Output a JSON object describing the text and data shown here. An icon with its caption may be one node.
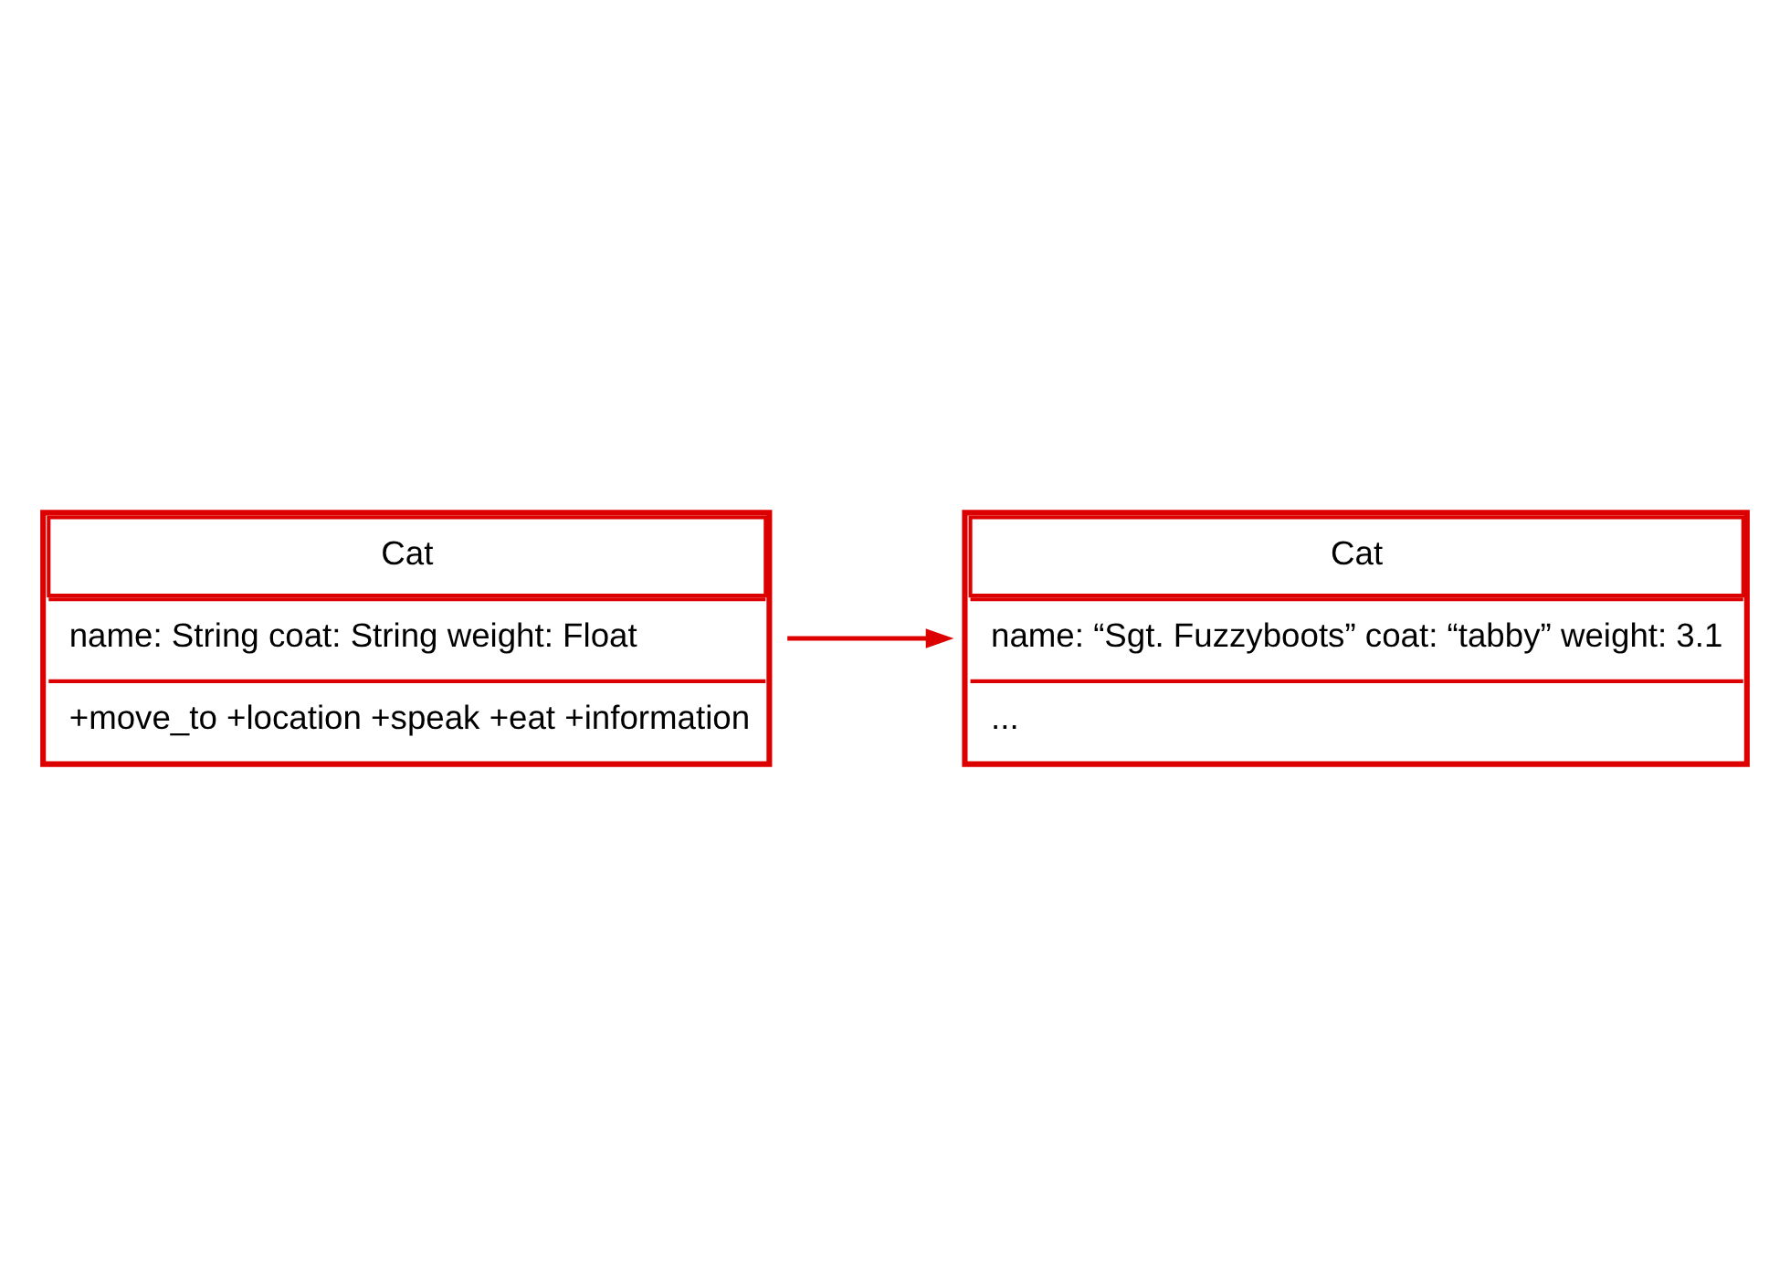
{
  "diagram": {
    "nodes": [
      {
        "text": [
          "Cat",
          "name: String coat: String weight: Float",
          "+move_to +location +speak +eat +information"
        ]
      },
      {
        "text": [
          "Cat",
          "name: “Sgt. Fuzzyboots” coat: “tabby” weight: 3.1",
          "..."
        ]
      }
    ],
    "edges": [
      {
        "from": 0,
        "to": 1,
        "arrow": "to"
      }
    ]
  }
}
